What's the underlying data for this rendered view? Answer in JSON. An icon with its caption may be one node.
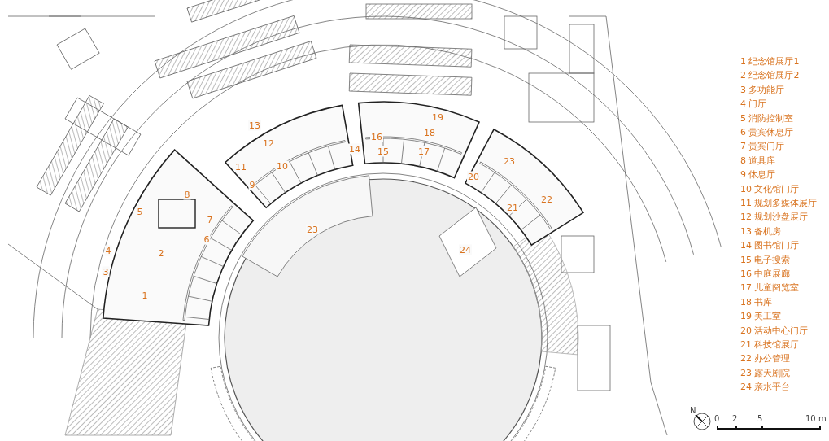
{
  "diagram": {
    "labels": [
      "19",
      "13",
      "18",
      "16",
      "12",
      "14",
      "15",
      "17",
      "23",
      "11",
      "10",
      "20",
      "9",
      "8",
      "22",
      "21",
      "5",
      "7",
      "23",
      "6",
      "4",
      "2",
      "24",
      "3",
      "1",
      "1 纪念馆展厅1",
      "2 纪念馆展厅2",
      "3 多功能厅",
      "4 门厅",
      "5 消防控制室",
      "6 贵宾休息厅",
      "7 贵宾门厅",
      "8 道具库",
      "9 休息厅",
      "10 文化馆门厅",
      "11 规划多媒体展厅",
      "12 规划沙盘展厅",
      "13 备机房",
      "14 图书馆门厅",
      "15 电子搜索",
      "16 中庭展廊",
      "17 儿童阅览室",
      "18 书库",
      "19 美工室",
      "20 活动中心门厅",
      "21 科技馆展厅",
      "22 办公管理",
      "23 露天剧院",
      "24 亲水平台",
      "N",
      "0",
      "2",
      "5",
      "10 m"
    ]
  }
}
